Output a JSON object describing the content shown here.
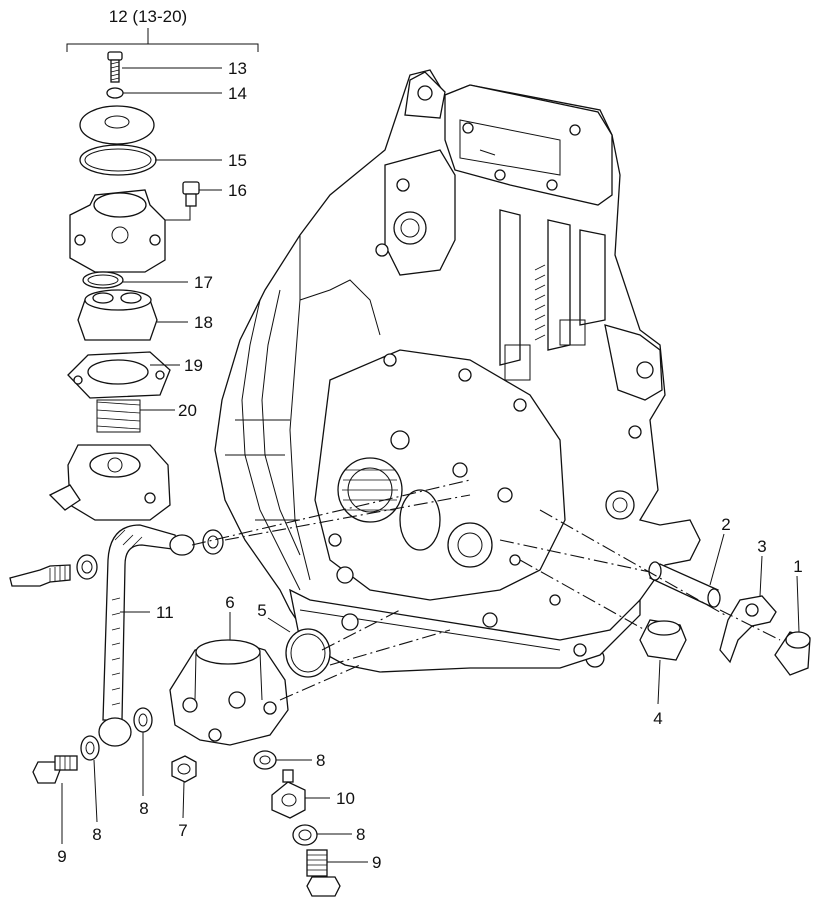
{
  "labels": {
    "group": "12 (13-20)",
    "p13": "13",
    "p14": "14",
    "p15": "15",
    "p16": "16",
    "p17": "17",
    "p18": "18",
    "p19": "19",
    "p20": "20",
    "p11": "11",
    "p6": "6",
    "p5": "5",
    "p2": "2",
    "p3": "3",
    "p1": "1",
    "p4": "4",
    "p8a": "8",
    "p10": "10",
    "p8b": "8",
    "p9a": "9",
    "p9b": "9",
    "p8c": "8",
    "p8d": "8",
    "p7": "7"
  }
}
